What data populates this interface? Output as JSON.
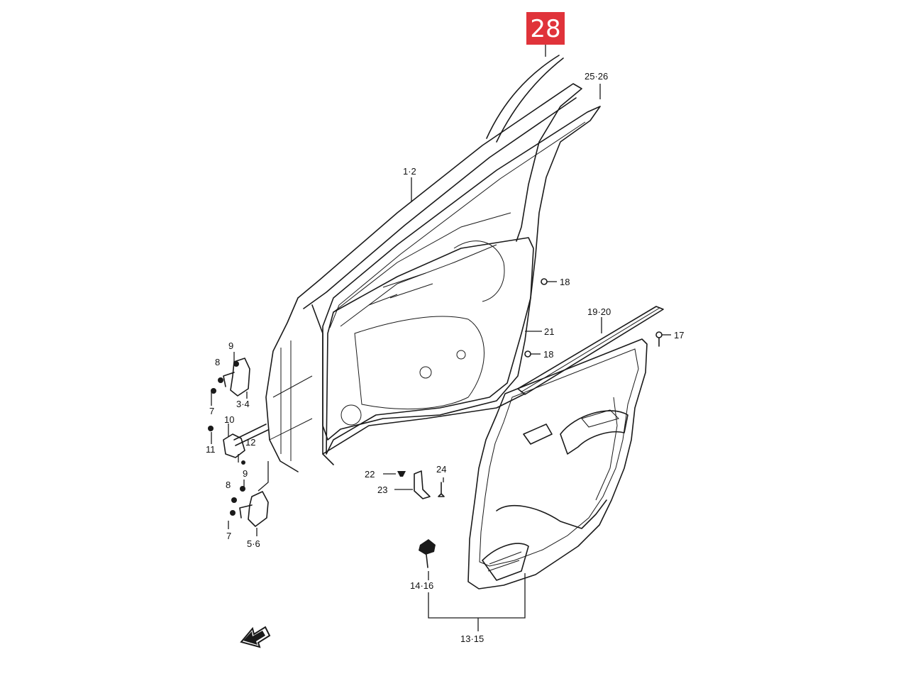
{
  "callout": "28",
  "labels": {
    "l_25_26": "25·26",
    "l_1_2": "1·2",
    "l_18a": "18",
    "l_19_20": "19·20",
    "l_21": "21",
    "l_17": "17",
    "l_18b": "18",
    "l_9a": "9",
    "l_8a": "8",
    "l_7a": "7",
    "l_3_4": "3·4",
    "l_10": "10",
    "l_11": "11",
    "l_12": "12",
    "l_9b": "9",
    "l_8b": "8",
    "l_7b": "7",
    "l_5_6": "5·6",
    "l_22": "22",
    "l_23": "23",
    "l_24": "24",
    "l_14_16": "14·16",
    "l_13_15": "13·15"
  },
  "icons": {
    "front_arrow": "front-direction-arrow-icon"
  }
}
